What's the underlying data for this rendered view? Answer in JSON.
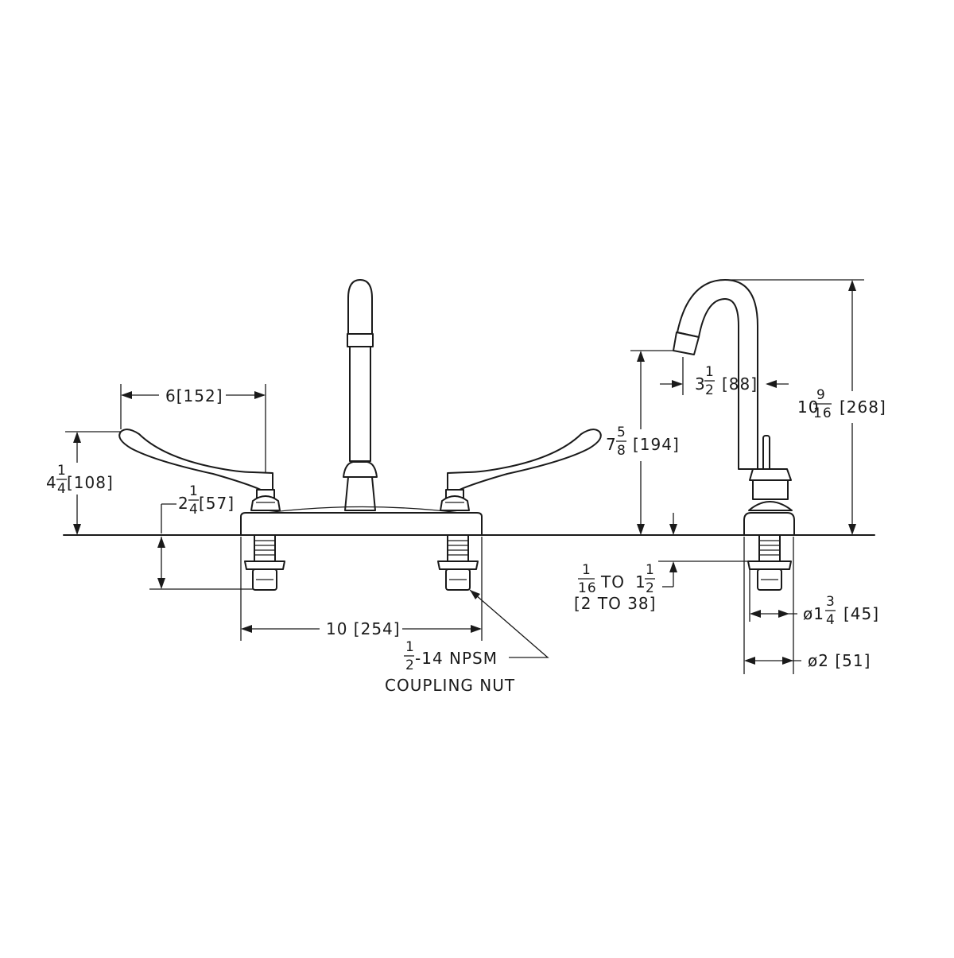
{
  "dimensions": {
    "handle_spread": {
      "whole": "6",
      "metric": "[152]"
    },
    "handle_height": {
      "whole": "4",
      "num": "1",
      "den": "4",
      "metric": "[108]"
    },
    "shank_length": {
      "whole": "2",
      "num": "1",
      "den": "4",
      "metric": "[57]"
    },
    "center_spacing": {
      "text": "10 [254]"
    },
    "spout_height": {
      "whole": "7",
      "num": "5",
      "den": "8",
      "metric": "[194]"
    },
    "spout_reach": {
      "whole": "3",
      "num": "1",
      "den": "2",
      "metric": "[88]"
    },
    "overall_height": {
      "whole": "10",
      "num": "9",
      "den": "16",
      "metric": "[268]"
    },
    "deck_thickness": {
      "num_a": "1",
      "den_a": "16",
      "to": "TO",
      "whole_b": "1",
      "num_b": "1",
      "den_b": "2",
      "metric": "[2 TO 38]"
    },
    "shank_diameter": {
      "prefix": "ø1",
      "num": "3",
      "den": "4",
      "metric": "[45]"
    },
    "base_diameter": {
      "text": "ø2 [51]"
    }
  },
  "callout": {
    "num": "1",
    "den": "2",
    "line1_rest": "-14 NPSM",
    "line2": "COUPLING NUT"
  }
}
